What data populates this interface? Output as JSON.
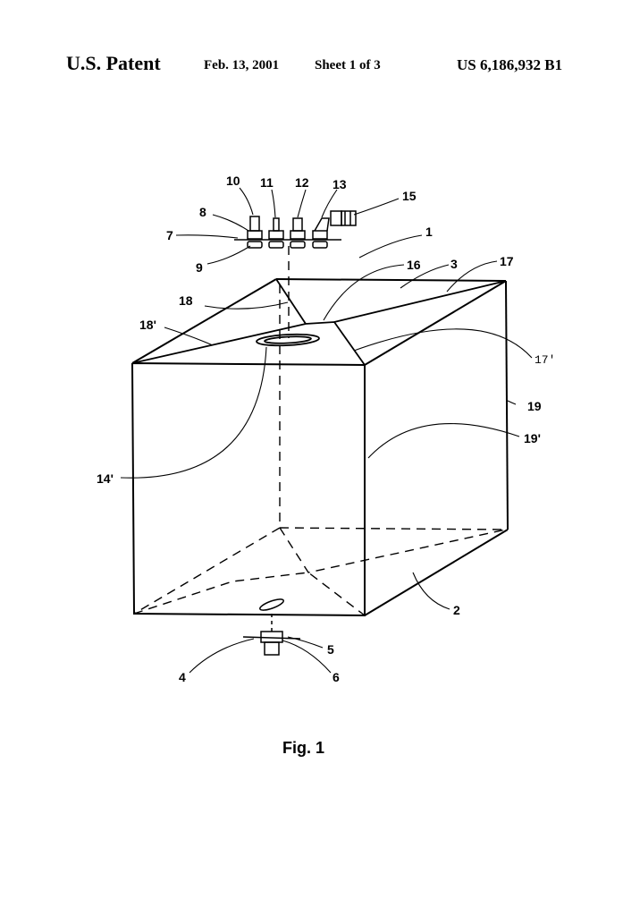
{
  "header": {
    "title": "U.S. Patent",
    "date": "Feb. 13, 2001",
    "sheet": "Sheet 1 of 3",
    "patent_number": "US 6,186,932 B1"
  },
  "figure": {
    "caption": "Fig. 1",
    "labels": {
      "l1": "1",
      "l2": "2",
      "l3": "3",
      "l4": "4",
      "l5": "5",
      "l6": "6",
      "l7": "7",
      "l8": "8",
      "l9": "9",
      "l10": "10",
      "l11": "11",
      "l12": "12",
      "l13": "13",
      "l14": "14'",
      "l15": "15",
      "l16": "16",
      "l17": "17",
      "l17p": "17'",
      "l18": "18",
      "l18p": "18'",
      "l19": "19",
      "l19p": "19'"
    }
  }
}
